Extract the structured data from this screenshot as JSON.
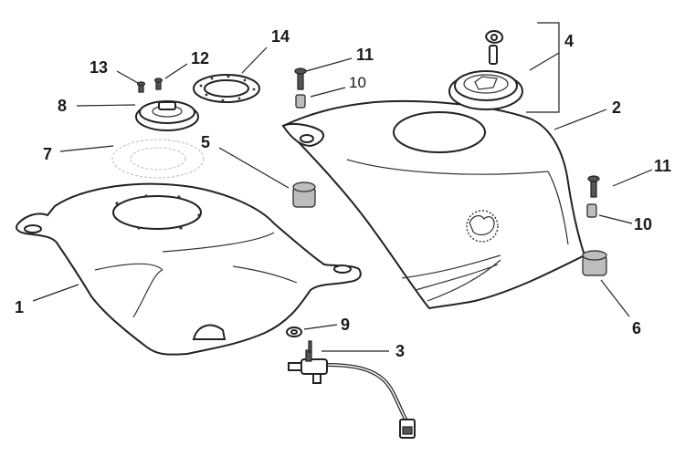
{
  "callouts": [
    {
      "id": "c1",
      "label": "1"
    },
    {
      "id": "c2",
      "label": "2"
    },
    {
      "id": "c3",
      "label": "3"
    },
    {
      "id": "c4",
      "label": "4"
    },
    {
      "id": "c5",
      "label": "5"
    },
    {
      "id": "c6",
      "label": "6"
    },
    {
      "id": "c7",
      "label": "7"
    },
    {
      "id": "c8",
      "label": "8"
    },
    {
      "id": "c9",
      "label": "9"
    },
    {
      "id": "c10a",
      "label": "10"
    },
    {
      "id": "c10b",
      "label": "10"
    },
    {
      "id": "c11a",
      "label": "11"
    },
    {
      "id": "c11b",
      "label": "11"
    },
    {
      "id": "c12",
      "label": "12"
    },
    {
      "id": "c13",
      "label": "13"
    },
    {
      "id": "c14",
      "label": "14"
    }
  ],
  "colors": {
    "line": "#222222",
    "background": "#ffffff",
    "rubber": "#bdbdbd"
  }
}
